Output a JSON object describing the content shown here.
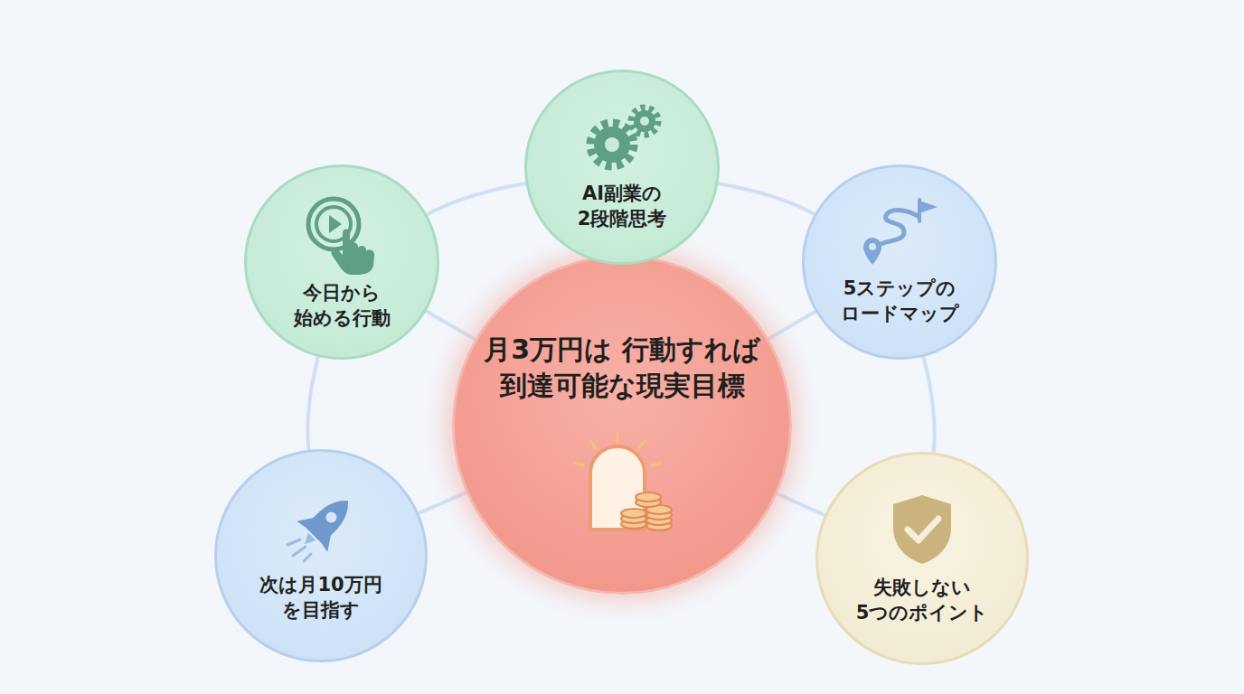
{
  "diagram": {
    "nodes": [
      {
        "text": [
          "月3万円は 行動すれば 到達可能な現実目標"
        ]
      },
      {
        "text": [
          "AI副業の 2段階思考"
        ]
      },
      {
        "text": [
          "5ステップの ロードマップ"
        ]
      },
      {
        "text": [
          "失敗しない 5つのポイント"
        ]
      },
      {
        "text": [
          "次は月10万円 を目指す"
        ]
      },
      {
        "text": [
          "今日から 始める行動"
        ]
      }
    ],
    "edges": [
      {
        "from": 0,
        "to": 1,
        "arrow": "none"
      },
      {
        "from": 0,
        "to": 2,
        "arrow": "none"
      },
      {
        "from": 0,
        "to": 3,
        "arrow": "none"
      },
      {
        "from": 0,
        "to": 4,
        "arrow": "none"
      },
      {
        "from": 0,
        "to": 5,
        "arrow": "none"
      },
      {
        "from": 1,
        "to": 2,
        "arrow": "none"
      },
      {
        "from": 2,
        "to": 3,
        "arrow": "none"
      },
      {
        "from": 1,
        "to": 5,
        "arrow": "none"
      },
      {
        "from": 5,
        "to": 4,
        "arrow": "none"
      }
    ]
  }
}
